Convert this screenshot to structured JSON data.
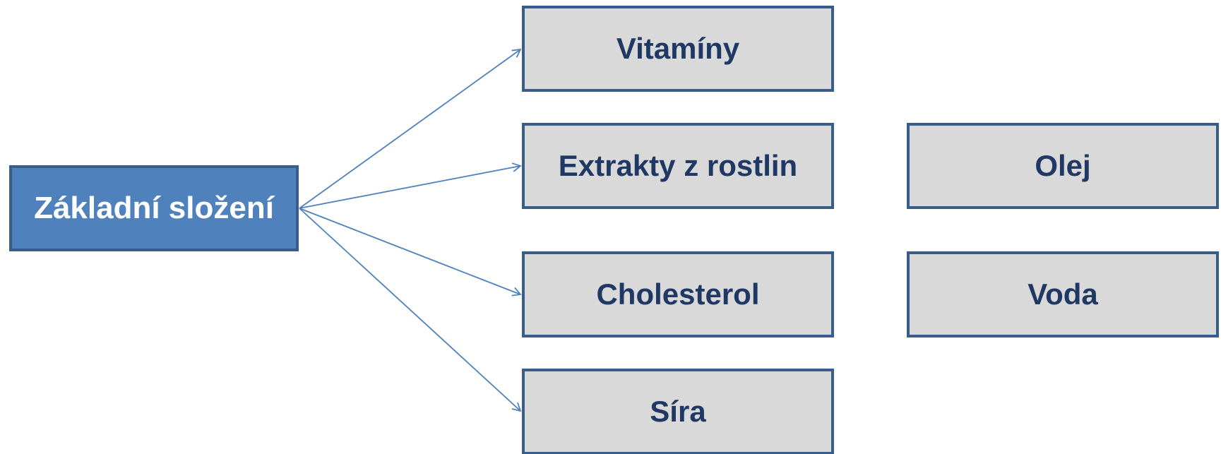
{
  "diagram": {
    "root": {
      "label": "Základní složení"
    },
    "connected": [
      {
        "id": "vitaminy",
        "label": "Vitamíny"
      },
      {
        "id": "extrakty",
        "label": "Extrakty z rostlin"
      },
      {
        "id": "cholesterol",
        "label": "Cholesterol"
      },
      {
        "id": "sira",
        "label": "Síra"
      }
    ],
    "standalone": [
      {
        "id": "olej",
        "label": "Olej"
      },
      {
        "id": "voda",
        "label": "Voda"
      }
    ],
    "colors": {
      "root_fill": "#4f81bd",
      "root_border": "#385d8a",
      "leaf_fill": "#d9d9d9",
      "leaf_border": "#385d8a",
      "leaf_text": "#1f3864",
      "connector": "#4f81bd"
    }
  }
}
